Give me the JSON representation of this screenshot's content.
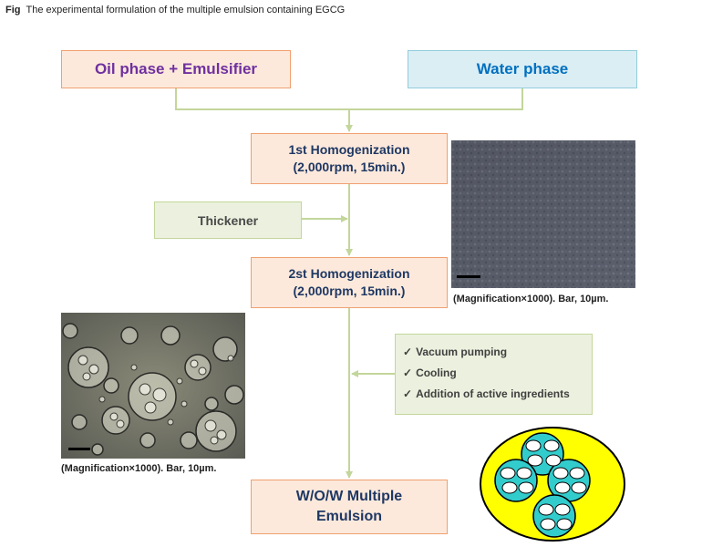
{
  "figure": {
    "label": "Fig",
    "title": "The experimental formulation of the multiple emulsion containing  EGCG"
  },
  "boxes": {
    "oil_phase": "Oil phase + Emulsifier",
    "water_phase": "Water phase",
    "homogenization_1": [
      "1st Homogenization",
      "(2,000rpm, 15min.)"
    ],
    "thickener": "Thickener",
    "homogenization_2": [
      "2st Homogenization",
      "(2,000rpm, 15min.)"
    ],
    "result": [
      "W/O/W Multiple",
      "Emulsion"
    ]
  },
  "additions": [
    {
      "icon": "check-icon",
      "label": "Vacuum pumping"
    },
    {
      "icon": "check-icon",
      "label": "Cooling"
    },
    {
      "icon": "check-icon",
      "label": "Addition of active ingredients"
    }
  ],
  "micrographs": {
    "upper_caption": "(Magnification×1000).  Bar, 10µm.",
    "lower_caption": "(Magnification×1000).  Bar, 10µm."
  },
  "colors": {
    "box_orange_fill": "#fce9db",
    "box_orange_border": "#f0a070",
    "box_blue_fill": "#dbeef4",
    "box_green_fill": "#ebf1de",
    "arrow": "#c3d69b",
    "oil_text": "#7030a0",
    "water_text": "#0070c0",
    "schematic_outer": "#ffff00",
    "schematic_inner": "#33cccc"
  }
}
